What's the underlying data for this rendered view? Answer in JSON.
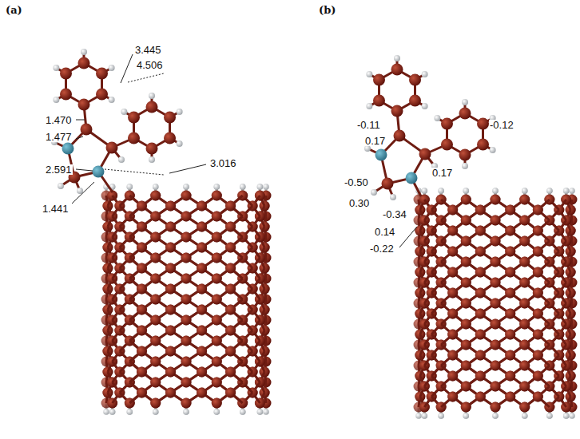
{
  "diagram": {
    "labels": [
      "(a)",
      "(b)",
      "3.445",
      "4.506",
      "1.470",
      "1.477",
      "2.591",
      "3.016",
      "1.441",
      "-0.11",
      "0.17",
      "-0.50",
      "0.30",
      "-0.34",
      "0.17",
      "-0.12",
      "0.14",
      "-0.22"
    ]
  }
}
